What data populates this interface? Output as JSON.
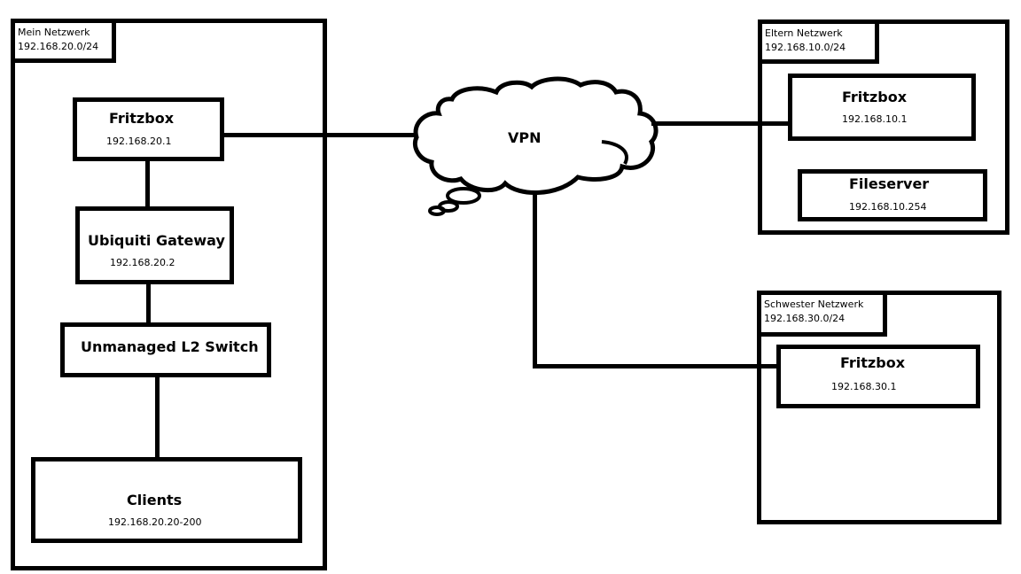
{
  "networks": {
    "mein": {
      "label": "Mein Netzwerk",
      "subnet": "192.168.20.0/24",
      "devices": {
        "fritzbox": {
          "name": "Fritzbox",
          "ip": "192.168.20.1"
        },
        "gateway": {
          "name": "Ubiquiti Gateway",
          "ip": "192.168.20.2"
        },
        "switch": {
          "name": "Unmanaged L2 Switch"
        },
        "clients": {
          "name": "Clients",
          "ip": "192.168.20.20-200"
        }
      }
    },
    "eltern": {
      "label": "Eltern Netzwerk",
      "subnet": "192.168.10.0/24",
      "devices": {
        "fritzbox": {
          "name": "Fritzbox",
          "ip": "192.168.10.1"
        },
        "fileserver": {
          "name": "Fileserver",
          "ip": "192.168.10.254"
        }
      }
    },
    "schwester": {
      "label": "Schwester Netzwerk",
      "subnet": "192.168.30.0/24",
      "devices": {
        "fritzbox": {
          "name": "Fritzbox",
          "ip": "192.168.30.1"
        }
      }
    }
  },
  "vpn": {
    "label": "VPN"
  },
  "colors": {
    "stroke": "#000000",
    "background": "#ffffff"
  }
}
